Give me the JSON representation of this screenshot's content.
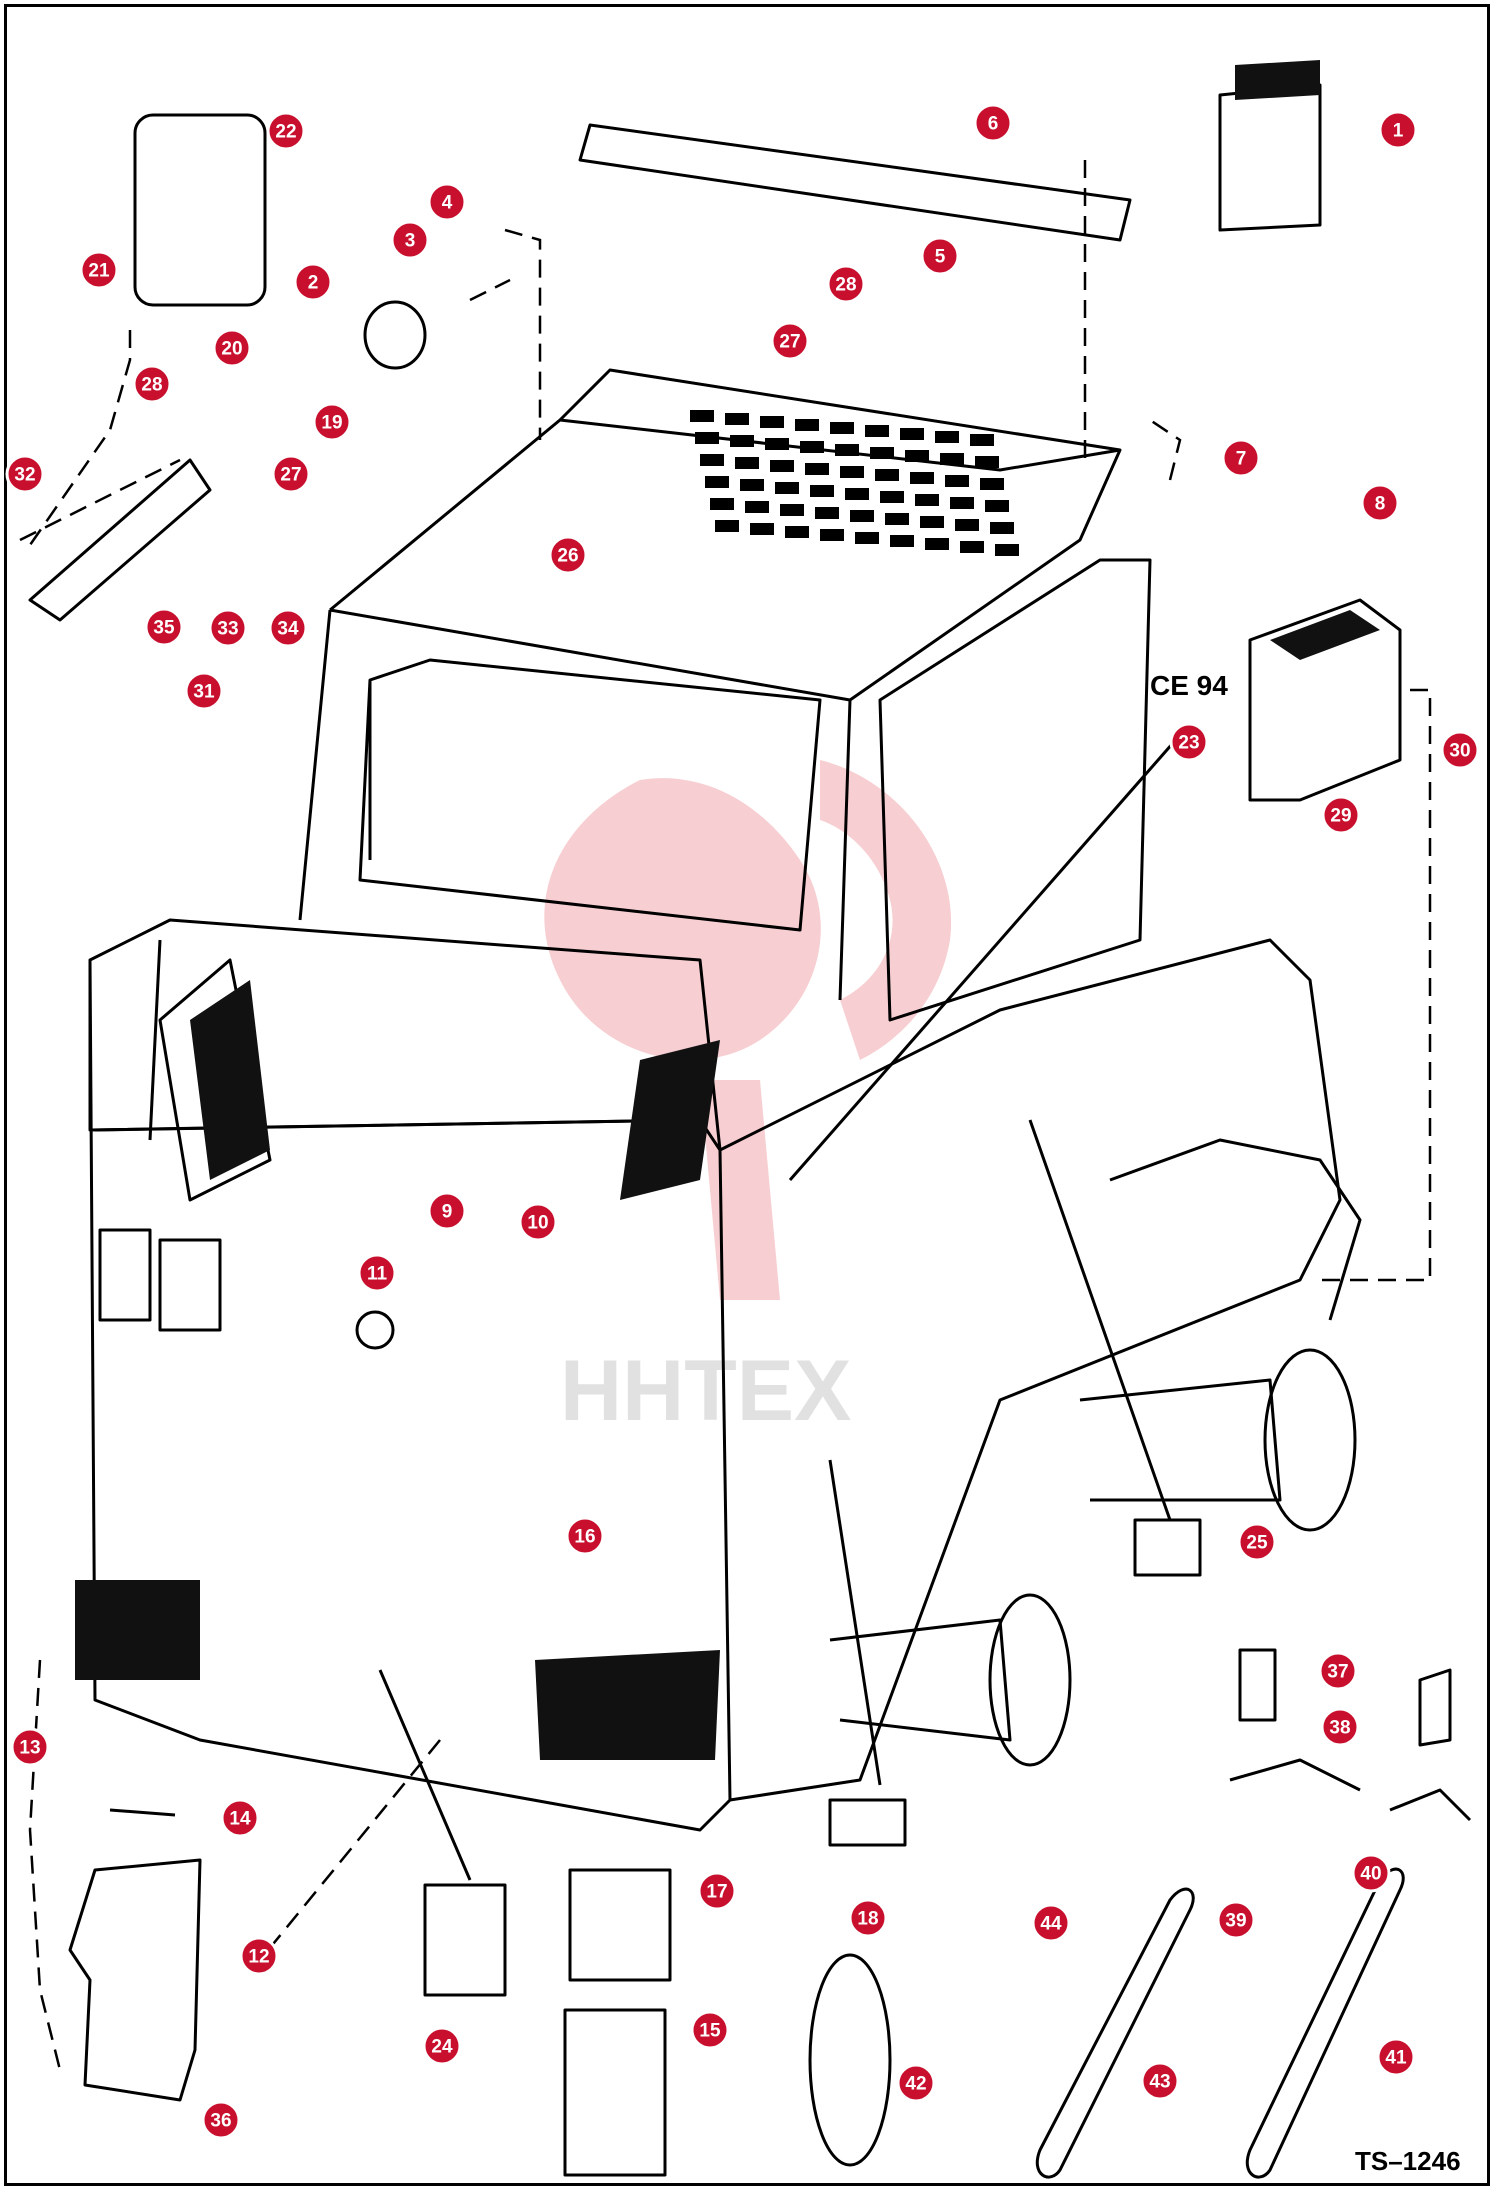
{
  "diagram": {
    "drawing_number": "TS–1246",
    "annotation_ce": "CE 94",
    "watermark": "HHTEX",
    "callouts": [
      {
        "n": "1"
      },
      {
        "n": "2"
      },
      {
        "n": "3"
      },
      {
        "n": "4"
      },
      {
        "n": "5"
      },
      {
        "n": "6"
      },
      {
        "n": "7"
      },
      {
        "n": "8"
      },
      {
        "n": "9"
      },
      {
        "n": "10"
      },
      {
        "n": "11"
      },
      {
        "n": "12"
      },
      {
        "n": "13"
      },
      {
        "n": "14"
      },
      {
        "n": "15"
      },
      {
        "n": "16"
      },
      {
        "n": "17"
      },
      {
        "n": "18"
      },
      {
        "n": "19"
      },
      {
        "n": "20"
      },
      {
        "n": "21"
      },
      {
        "n": "22"
      },
      {
        "n": "23"
      },
      {
        "n": "24"
      },
      {
        "n": "25"
      },
      {
        "n": "26"
      },
      {
        "n": "27"
      },
      {
        "n": "28"
      },
      {
        "n": "27"
      },
      {
        "n": "28"
      },
      {
        "n": "29"
      },
      {
        "n": "30"
      },
      {
        "n": "31"
      },
      {
        "n": "32"
      },
      {
        "n": "33"
      },
      {
        "n": "34"
      },
      {
        "n": "35"
      },
      {
        "n": "36"
      },
      {
        "n": "37"
      },
      {
        "n": "38"
      },
      {
        "n": "39"
      },
      {
        "n": "40"
      },
      {
        "n": "41"
      },
      {
        "n": "42"
      },
      {
        "n": "43"
      },
      {
        "n": "44"
      }
    ],
    "printed_labels": [
      "1",
      "5",
      "6",
      "7",
      "8",
      "9",
      "10",
      "11",
      "12",
      "13",
      "14",
      "15",
      "16",
      "17",
      "18",
      "19",
      "20",
      "21",
      "22",
      "23",
      "24",
      "25",
      "26",
      "27",
      "28",
      "29",
      "30",
      "31",
      "32",
      "33, 34",
      "35",
      "36",
      "37",
      "38",
      "39",
      "40",
      "41",
      "42",
      "43",
      "44"
    ]
  }
}
